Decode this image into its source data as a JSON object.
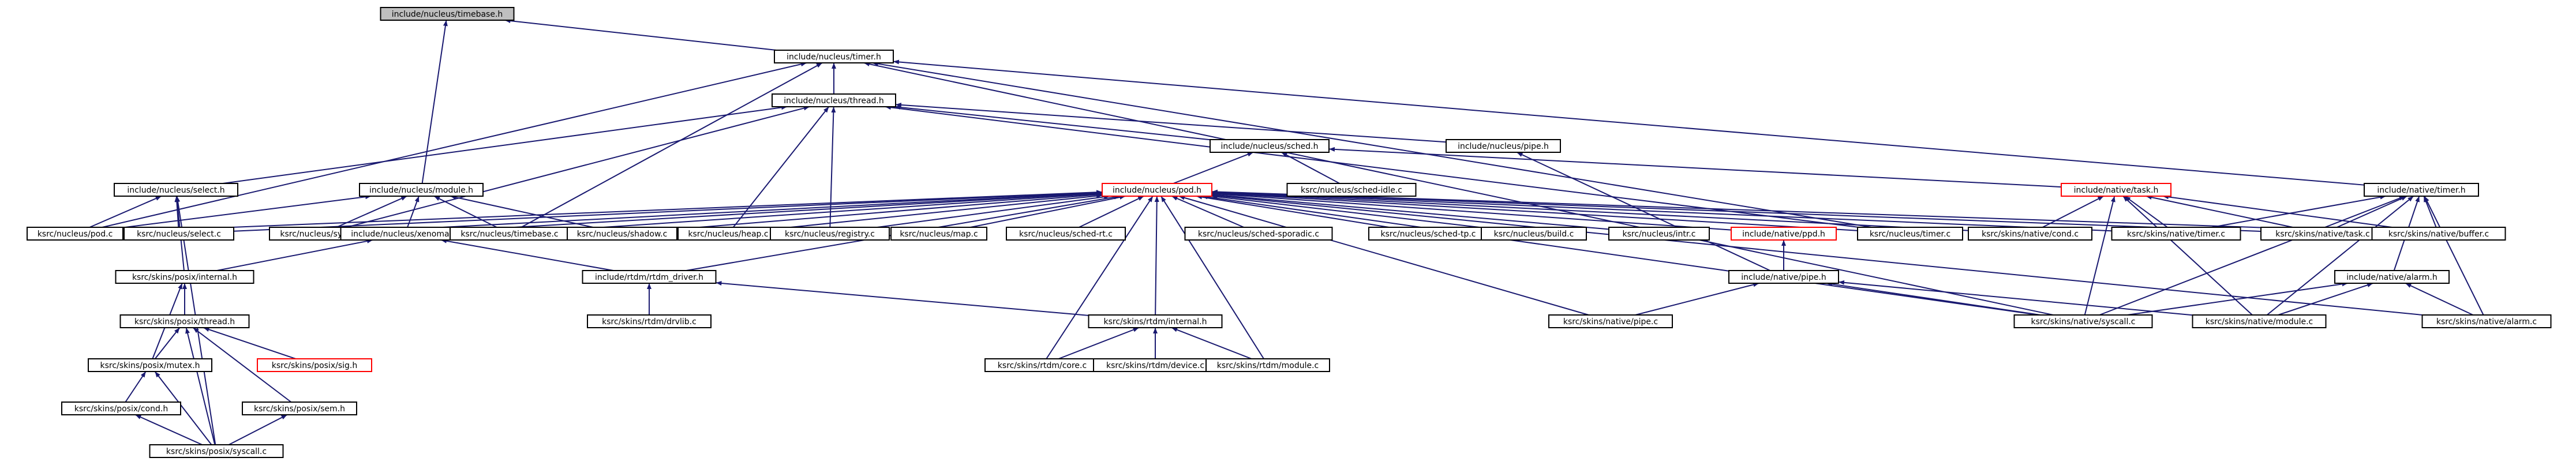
{
  "colors": {
    "edge": "#191970",
    "border_default": "#000000",
    "border_truncated": "#ff0000",
    "fill_default": "#ffffff",
    "fill_root": "#bfbfbf",
    "text": "#000000"
  },
  "nodes": [
    {
      "id": "timebase_h",
      "label": "include/nucleus/timebase.h",
      "style": "root"
    },
    {
      "id": "timer_h",
      "label": "include/nucleus/timer.h",
      "style": "normal"
    },
    {
      "id": "thread_h",
      "label": "include/nucleus/thread.h",
      "style": "normal"
    },
    {
      "id": "sched_h",
      "label": "include/nucleus/sched.h",
      "style": "normal"
    },
    {
      "id": "pipe_nuc_h",
      "label": "include/nucleus/pipe.h",
      "style": "normal"
    },
    {
      "id": "select_h",
      "label": "include/nucleus/select.h",
      "style": "normal"
    },
    {
      "id": "module_h",
      "label": "include/nucleus/module.h",
      "style": "normal"
    },
    {
      "id": "pod_h",
      "label": "include/nucleus/pod.h",
      "style": "truncated"
    },
    {
      "id": "sched_idle_c",
      "label": "ksrc/nucleus/sched-idle.c",
      "style": "normal"
    },
    {
      "id": "native_task_h",
      "label": "include/native/task.h",
      "style": "truncated"
    },
    {
      "id": "native_timer_h",
      "label": "include/native/timer.h",
      "style": "normal"
    },
    {
      "id": "pod_c",
      "label": "ksrc/nucleus/pod.c",
      "style": "normal"
    },
    {
      "id": "select_c",
      "label": "ksrc/nucleus/select.c",
      "style": "normal"
    },
    {
      "id": "synch_c",
      "label": "ksrc/nucleus/synch.c",
      "style": "normal"
    },
    {
      "id": "xenomai_h",
      "label": "include/nucleus/xenomai.h",
      "style": "normal"
    },
    {
      "id": "timebase_c",
      "label": "ksrc/nucleus/timebase.c",
      "style": "normal"
    },
    {
      "id": "shadow_c",
      "label": "ksrc/nucleus/shadow.c",
      "style": "normal"
    },
    {
      "id": "heap_c",
      "label": "ksrc/nucleus/heap.c",
      "style": "normal"
    },
    {
      "id": "registry_c",
      "label": "ksrc/nucleus/registry.c",
      "style": "normal"
    },
    {
      "id": "map_c",
      "label": "ksrc/nucleus/map.c",
      "style": "normal"
    },
    {
      "id": "sched_rt_c",
      "label": "ksrc/nucleus/sched-rt.c",
      "style": "normal"
    },
    {
      "id": "sched_sporadic_c",
      "label": "ksrc/nucleus/sched-sporadic.c",
      "style": "normal"
    },
    {
      "id": "sched_tp_c",
      "label": "ksrc/nucleus/sched-tp.c",
      "style": "normal"
    },
    {
      "id": "build_c",
      "label": "ksrc/nucleus/build.c",
      "style": "normal"
    },
    {
      "id": "intr_c",
      "label": "ksrc/nucleus/intr.c",
      "style": "normal"
    },
    {
      "id": "native_ppd_h",
      "label": "include/native/ppd.h",
      "style": "truncated"
    },
    {
      "id": "timer_c",
      "label": "ksrc/nucleus/timer.c",
      "style": "normal"
    },
    {
      "id": "native_cond_c",
      "label": "ksrc/skins/native/cond.c",
      "style": "normal"
    },
    {
      "id": "native_timer_c",
      "label": "ksrc/skins/native/timer.c",
      "style": "normal"
    },
    {
      "id": "native_task_c",
      "label": "ksrc/skins/native/task.c",
      "style": "normal"
    },
    {
      "id": "native_buffer_c",
      "label": "ksrc/skins/native/buffer.c",
      "style": "normal"
    },
    {
      "id": "posix_internal_h",
      "label": "ksrc/skins/posix/internal.h",
      "style": "normal"
    },
    {
      "id": "rtdm_driver_h",
      "label": "include/rtdm/rtdm_driver.h",
      "style": "normal"
    },
    {
      "id": "native_pipe_h",
      "label": "include/native/pipe.h",
      "style": "normal"
    },
    {
      "id": "native_alarm_h",
      "label": "include/native/alarm.h",
      "style": "normal"
    },
    {
      "id": "posix_thread_h",
      "label": "ksrc/skins/posix/thread.h",
      "style": "normal"
    },
    {
      "id": "drvlib_c",
      "label": "ksrc/skins/rtdm/drvlib.c",
      "style": "normal"
    },
    {
      "id": "rtdm_internal_h",
      "label": "ksrc/skins/rtdm/internal.h",
      "style": "normal"
    },
    {
      "id": "native_pipe_c",
      "label": "ksrc/skins/native/pipe.c",
      "style": "normal"
    },
    {
      "id": "native_syscall_c",
      "label": "ksrc/skins/native/syscall.c",
      "style": "normal"
    },
    {
      "id": "native_module_c",
      "label": "ksrc/skins/native/module.c",
      "style": "normal"
    },
    {
      "id": "native_alarm_c",
      "label": "ksrc/skins/native/alarm.c",
      "style": "normal"
    },
    {
      "id": "posix_mutex_h",
      "label": "ksrc/skins/posix/mutex.h",
      "style": "normal"
    },
    {
      "id": "posix_sig_h",
      "label": "ksrc/skins/posix/sig.h",
      "style": "truncated"
    },
    {
      "id": "rtdm_core_c",
      "label": "ksrc/skins/rtdm/core.c",
      "style": "normal"
    },
    {
      "id": "rtdm_device_c",
      "label": "ksrc/skins/rtdm/device.c",
      "style": "normal"
    },
    {
      "id": "rtdm_module_c",
      "label": "ksrc/skins/rtdm/module.c",
      "style": "normal"
    },
    {
      "id": "posix_cond_h",
      "label": "ksrc/skins/posix/cond.h",
      "style": "normal"
    },
    {
      "id": "posix_sem_h",
      "label": "ksrc/skins/posix/sem.h",
      "style": "normal"
    },
    {
      "id": "posix_syscall_c",
      "label": "ksrc/skins/posix/syscall.c",
      "style": "normal"
    }
  ],
  "edges": [
    [
      "timer_h",
      "timebase_h"
    ],
    [
      "module_h",
      "timebase_h"
    ],
    [
      "thread_h",
      "timer_h"
    ],
    [
      "pod_c",
      "timer_h"
    ],
    [
      "timebase_c",
      "timer_h"
    ],
    [
      "timer_c",
      "timer_h"
    ],
    [
      "native_timer_h",
      "timer_h"
    ],
    [
      "native_syscall_c",
      "timer_h"
    ],
    [
      "sched_h",
      "thread_h"
    ],
    [
      "pipe_nuc_h",
      "thread_h"
    ],
    [
      "select_h",
      "thread_h"
    ],
    [
      "synch_c",
      "thread_h"
    ],
    [
      "heap_c",
      "thread_h"
    ],
    [
      "registry_c",
      "thread_h"
    ],
    [
      "timer_c",
      "thread_h"
    ],
    [
      "pod_h",
      "sched_h"
    ],
    [
      "sched_idle_c",
      "sched_h"
    ],
    [
      "native_task_h",
      "sched_h"
    ],
    [
      "native_pipe_h",
      "pipe_nuc_h"
    ],
    [
      "pod_c",
      "select_h"
    ],
    [
      "select_c",
      "select_h"
    ],
    [
      "posix_internal_h",
      "select_h"
    ],
    [
      "posix_syscall_c",
      "select_h"
    ],
    [
      "pod_c",
      "module_h"
    ],
    [
      "synch_c",
      "module_h"
    ],
    [
      "xenomai_h",
      "module_h"
    ],
    [
      "shadow_c",
      "module_h"
    ],
    [
      "timebase_c",
      "module_h"
    ],
    [
      "pod_c",
      "pod_h"
    ],
    [
      "select_c",
      "pod_h"
    ],
    [
      "synch_c",
      "pod_h"
    ],
    [
      "xenomai_h",
      "pod_h"
    ],
    [
      "timebase_c",
      "pod_h"
    ],
    [
      "shadow_c",
      "pod_h"
    ],
    [
      "heap_c",
      "pod_h"
    ],
    [
      "registry_c",
      "pod_h"
    ],
    [
      "map_c",
      "pod_h"
    ],
    [
      "sched_rt_c",
      "pod_h"
    ],
    [
      "sched_sporadic_c",
      "pod_h"
    ],
    [
      "sched_tp_c",
      "pod_h"
    ],
    [
      "build_c",
      "pod_h"
    ],
    [
      "intr_c",
      "pod_h"
    ],
    [
      "native_ppd_h",
      "pod_h"
    ],
    [
      "timer_c",
      "pod_h"
    ],
    [
      "native_cond_c",
      "pod_h"
    ],
    [
      "native_timer_c",
      "pod_h"
    ],
    [
      "native_task_c",
      "pod_h"
    ],
    [
      "native_buffer_c",
      "pod_h"
    ],
    [
      "rtdm_driver_h",
      "pod_h"
    ],
    [
      "rtdm_internal_h",
      "pod_h"
    ],
    [
      "rtdm_core_c",
      "pod_h"
    ],
    [
      "rtdm_module_c",
      "pod_h"
    ],
    [
      "native_pipe_c",
      "pod_h"
    ],
    [
      "native_syscall_c",
      "pod_h"
    ],
    [
      "native_alarm_c",
      "pod_h"
    ],
    [
      "native_cond_c",
      "native_task_h"
    ],
    [
      "native_timer_c",
      "native_task_h"
    ],
    [
      "native_task_c",
      "native_task_h"
    ],
    [
      "native_buffer_c",
      "native_task_h"
    ],
    [
      "native_syscall_c",
      "native_task_h"
    ],
    [
      "native_module_c",
      "native_task_h"
    ],
    [
      "native_timer_c",
      "native_timer_h"
    ],
    [
      "native_task_c",
      "native_timer_h"
    ],
    [
      "native_buffer_c",
      "native_timer_h"
    ],
    [
      "native_alarm_h",
      "native_timer_h"
    ],
    [
      "native_alarm_c",
      "native_timer_h"
    ],
    [
      "native_syscall_c",
      "native_timer_h"
    ],
    [
      "native_module_c",
      "native_timer_h"
    ],
    [
      "rtdm_driver_h",
      "xenomai_h"
    ],
    [
      "posix_internal_h",
      "xenomai_h"
    ],
    [
      "native_pipe_h",
      "native_ppd_h"
    ],
    [
      "posix_thread_h",
      "posix_internal_h"
    ],
    [
      "posix_mutex_h",
      "posix_internal_h"
    ],
    [
      "drvlib_c",
      "rtdm_driver_h"
    ],
    [
      "rtdm_internal_h",
      "rtdm_driver_h"
    ],
    [
      "native_pipe_c",
      "native_pipe_h"
    ],
    [
      "native_syscall_c",
      "native_pipe_h"
    ],
    [
      "native_module_c",
      "native_pipe_h"
    ],
    [
      "native_syscall_c",
      "native_alarm_h"
    ],
    [
      "native_module_c",
      "native_alarm_h"
    ],
    [
      "native_alarm_c",
      "native_alarm_h"
    ],
    [
      "posix_mutex_h",
      "posix_thread_h"
    ],
    [
      "posix_sig_h",
      "posix_thread_h"
    ],
    [
      "posix_sem_h",
      "posix_thread_h"
    ],
    [
      "posix_syscall_c",
      "posix_thread_h"
    ],
    [
      "rtdm_core_c",
      "rtdm_internal_h"
    ],
    [
      "rtdm_device_c",
      "rtdm_internal_h"
    ],
    [
      "rtdm_module_c",
      "rtdm_internal_h"
    ],
    [
      "posix_cond_h",
      "posix_mutex_h"
    ],
    [
      "posix_syscall_c",
      "posix_mutex_h"
    ],
    [
      "posix_syscall_c",
      "posix_cond_h"
    ],
    [
      "posix_syscall_c",
      "posix_sem_h"
    ]
  ]
}
